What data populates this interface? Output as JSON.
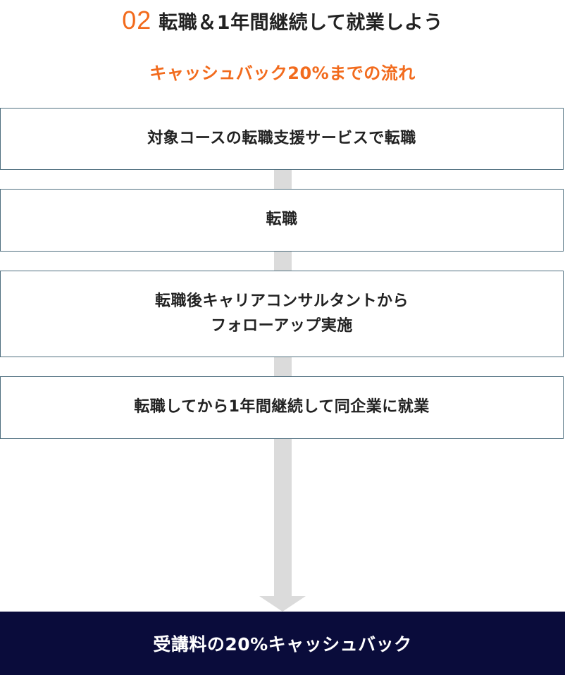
{
  "header": {
    "step_number": "02",
    "title": "転職＆1年間継続して就業しよう"
  },
  "subtitle": "キャッシュバック20%までの流れ",
  "steps": [
    {
      "label": "対象コースの転職支援サービスで転職"
    },
    {
      "label": "転職"
    },
    {
      "label": "転職後キャリアコンサルタントから\nフォローアップ実施"
    },
    {
      "label": "転職してから1年間継続して同企業に就業"
    }
  ],
  "result": {
    "label": "受講料の20%キャッシュバック"
  },
  "colors": {
    "accent": "#f26b1d",
    "box_border": "#4f6f7f",
    "flow_arrow": "#dbdbdb",
    "result_background": "#0a0c3b",
    "text": "#222222"
  }
}
